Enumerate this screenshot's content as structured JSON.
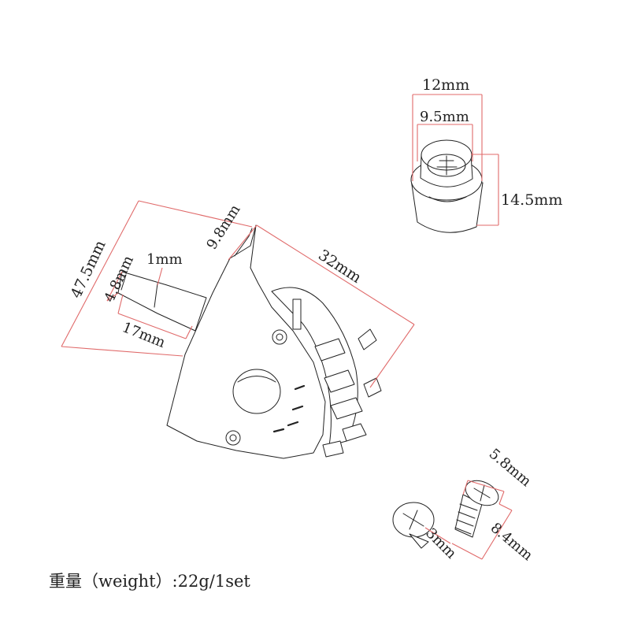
{
  "labels": {
    "knob_width": "12mm",
    "knob_inner": "9.5mm",
    "knob_height": "14.5mm",
    "switch_height": "47.5mm",
    "lever_width": "4.8mm",
    "lever_thickness": "1mm",
    "lever_length": "17mm",
    "tab_width": "9.8mm",
    "body_length": "32mm",
    "screw_head": "5.8mm",
    "screw_length": "8.4mm",
    "screw_diameter": "3mm"
  },
  "weight_text": "重量（weight）:22g/1set",
  "colors": {
    "dimension_line": "#e06a6a",
    "ink": "#222222"
  }
}
